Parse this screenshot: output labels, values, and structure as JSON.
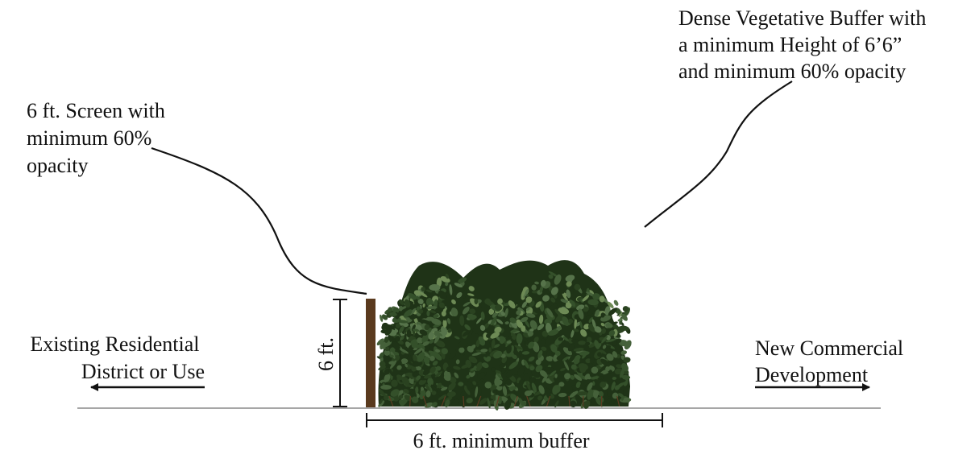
{
  "labels": {
    "vegetative_buffer": [
      "Dense Vegetative Buffer with",
      "a minimum Height of 6’6”",
      "and minimum 60% opacity"
    ],
    "screen": [
      "6 ft. Screen with",
      "minimum 60%",
      "opacity"
    ],
    "screen_height": "6 ft.",
    "residential": [
      "Existing Residential",
      "District or Use"
    ],
    "commercial": [
      "New Commercial",
      "Development"
    ],
    "buffer_width": "6 ft. minimum buffer"
  },
  "colors": {
    "screen_post": "#5a3a1e",
    "hedge_dark": "#1f3317",
    "hedge_mid": "#34502a",
    "hedge_light": "#6d8a55",
    "ground": "#a6a6a6",
    "line": "#111111"
  },
  "icons": {
    "left_arrow": "arrow-left-icon",
    "right_arrow": "arrow-right-icon",
    "hedge": "hedge-shrub-icon"
  }
}
